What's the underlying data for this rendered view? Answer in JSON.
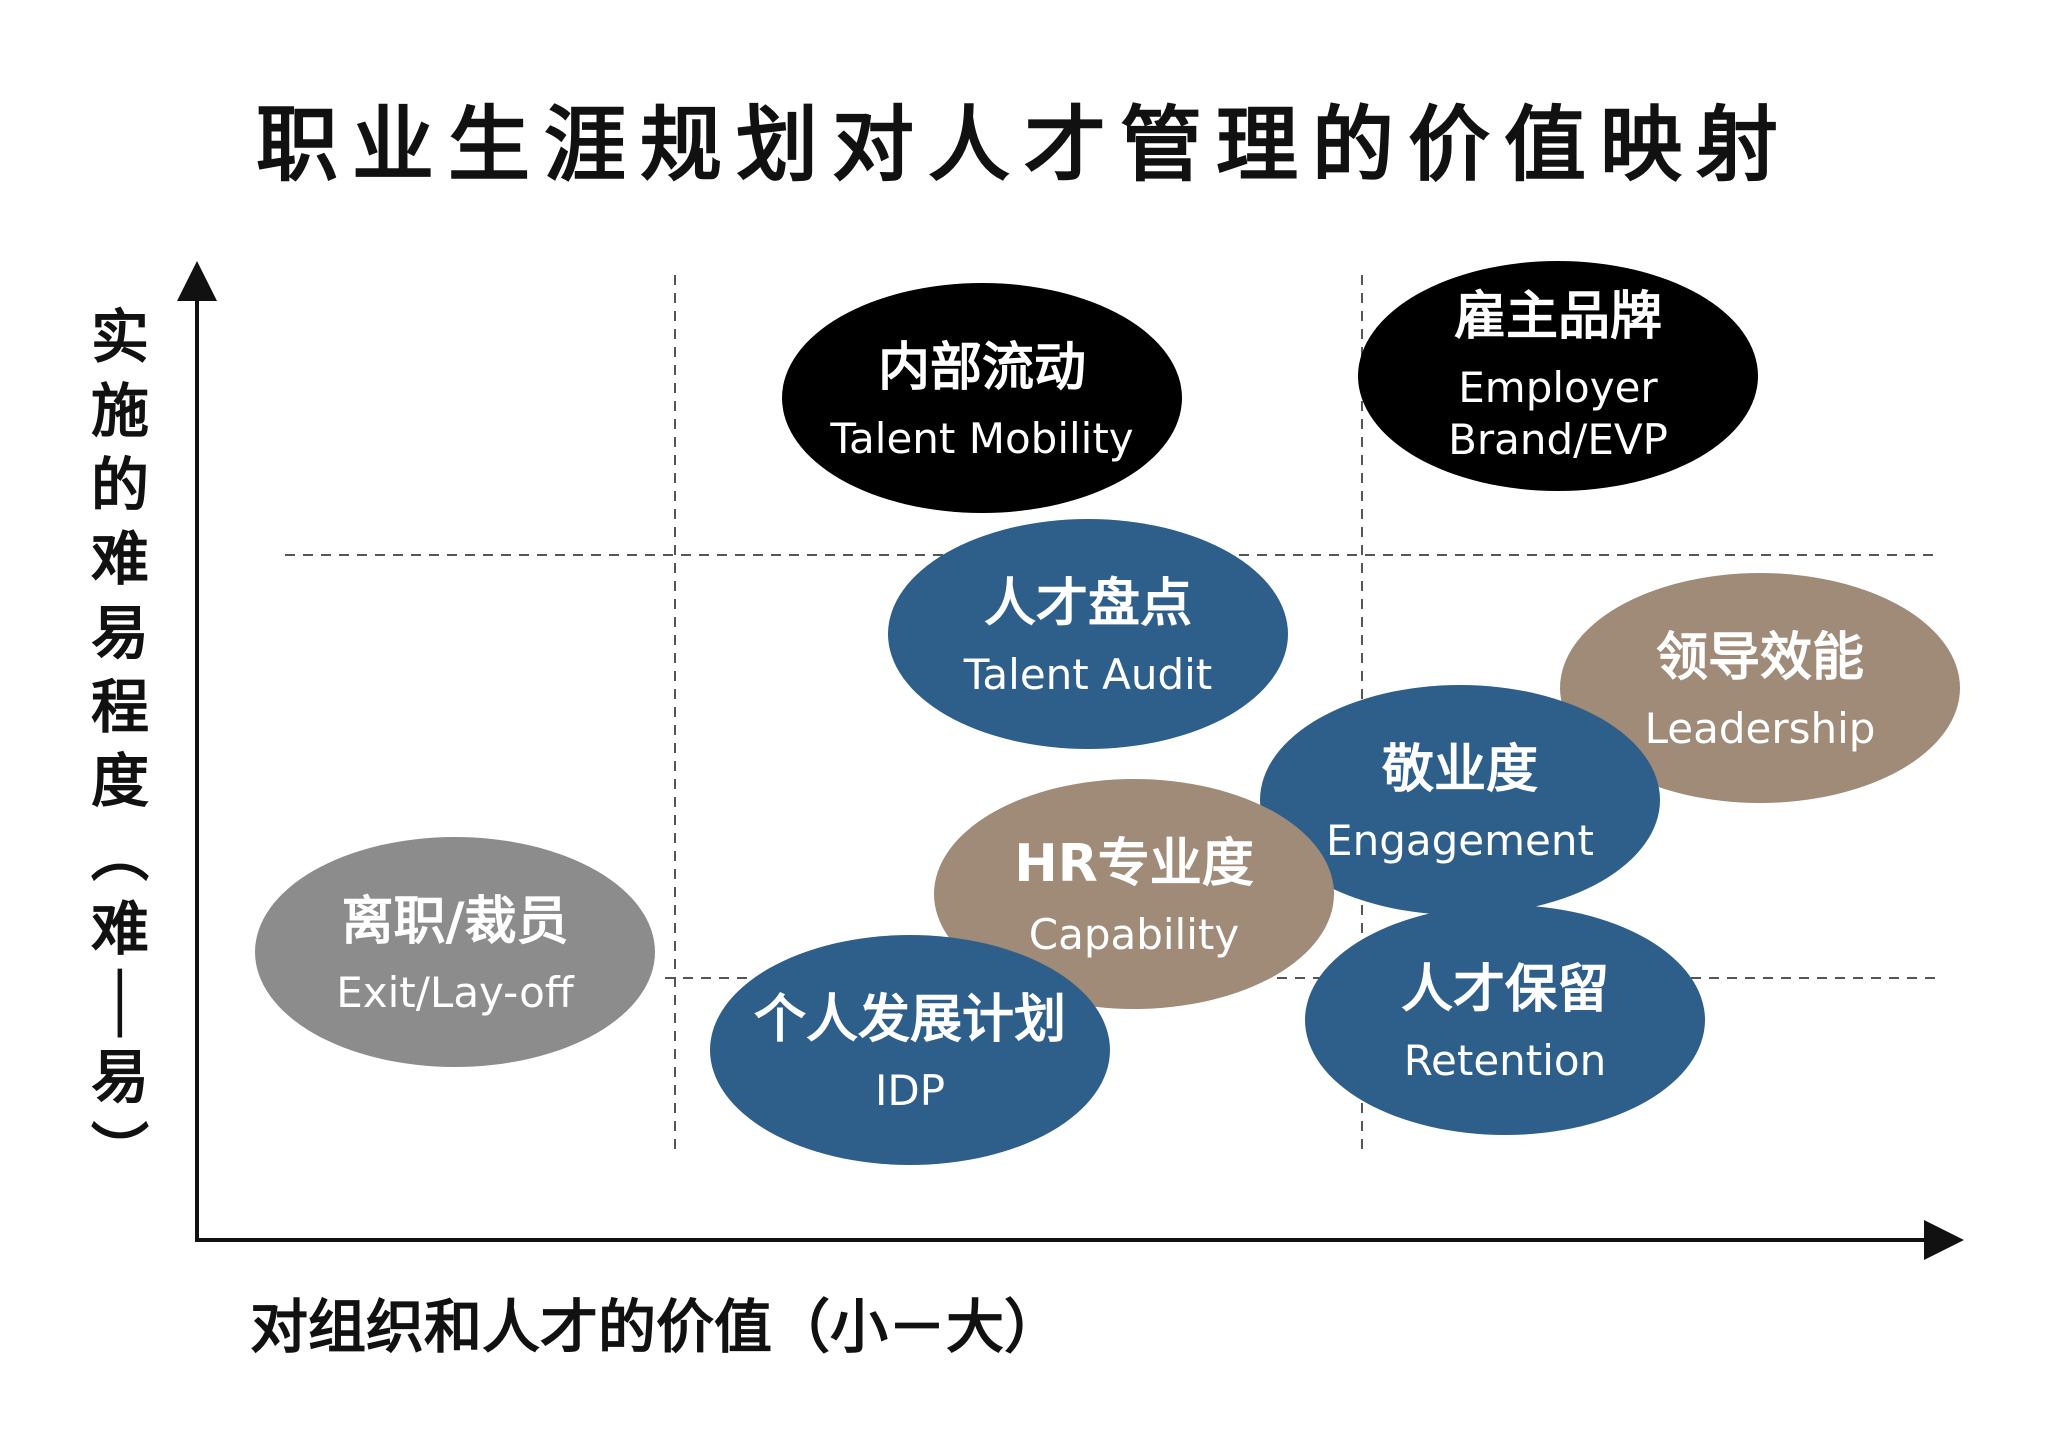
{
  "title": "职业生涯规划对人才管理的价值映射",
  "y_axis_label": "实施的难易程度（难—易）",
  "x_axis_label": "对组织和人才的价值（小－大）",
  "colors": {
    "black": "#000000",
    "blue": "#2e5f8a",
    "tan": "#a08a78",
    "gray": "#8c8c8c"
  },
  "items": [
    {
      "id": "mobility",
      "zh": "内部流动",
      "en": [
        "Talent Mobility"
      ],
      "color": "black"
    },
    {
      "id": "evp",
      "zh": "雇主品牌",
      "en": [
        "Employer",
        "Brand/EVP"
      ],
      "color": "black"
    },
    {
      "id": "audit",
      "zh": "人才盘点",
      "en": [
        "Talent Audit"
      ],
      "color": "blue"
    },
    {
      "id": "leadership",
      "zh": "领导效能",
      "en": [
        "Leadership"
      ],
      "color": "tan"
    },
    {
      "id": "engagement",
      "zh": "敬业度",
      "en": [
        "Engagement"
      ],
      "color": "blue"
    },
    {
      "id": "hr",
      "zh": "HR专业度",
      "en": [
        "Capability"
      ],
      "color": "tan"
    },
    {
      "id": "exit",
      "zh": "离职/裁员",
      "en": [
        "Exit/Lay-off"
      ],
      "color": "gray"
    },
    {
      "id": "retention",
      "zh": "人才保留",
      "en": [
        "Retention"
      ],
      "color": "blue"
    },
    {
      "id": "idp",
      "zh": "个人发展计划",
      "en": [
        "IDP"
      ],
      "color": "blue"
    }
  ]
}
